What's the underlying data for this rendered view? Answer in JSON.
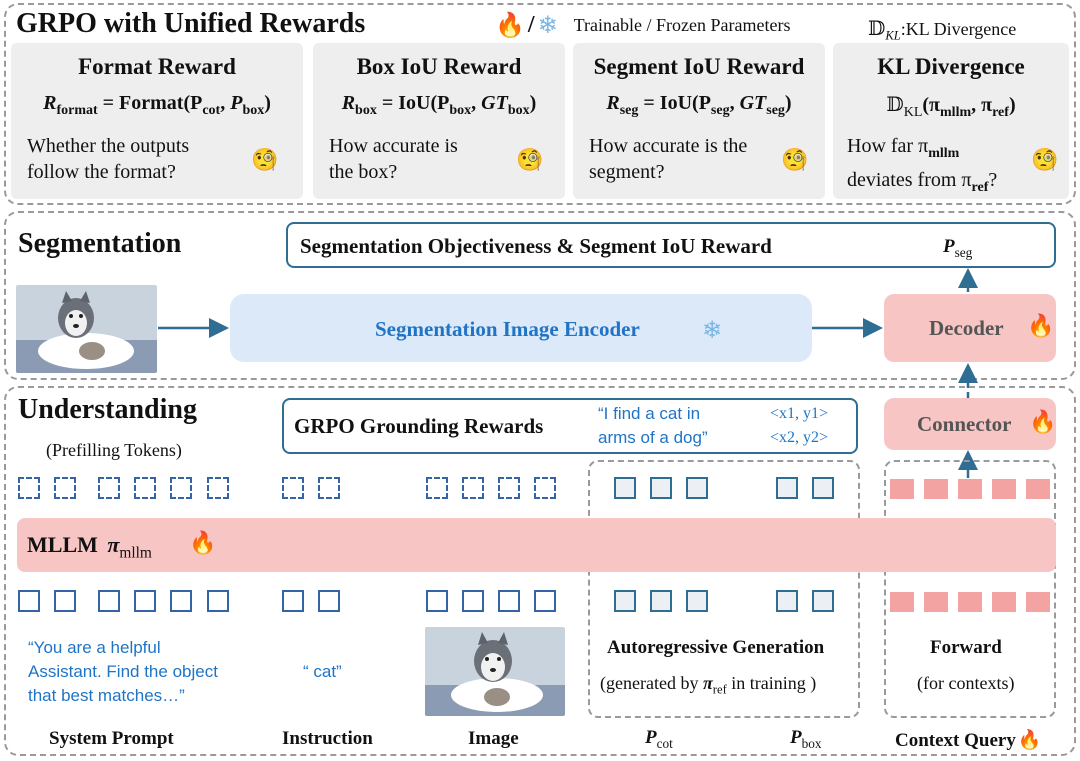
{
  "grpo": {
    "title": "GRPO with Unified Rewards",
    "legend_fire": "🔥",
    "legend_slash": "/",
    "legend_snow": "❄",
    "legend_text": "Trainable / Frozen Parameters",
    "kl_legend_symbol": "𝔻",
    "kl_legend_sub": "KL",
    "kl_legend_text": ":KL Divergence",
    "cards": [
      {
        "title": "Format Reward",
        "formula_lhs": "R",
        "formula_lhs_sub": "format",
        "formula_rhs": "= Format(P",
        "formula_args": [
          "cot",
          "box"
        ],
        "desc_line1": "Whether the outputs",
        "desc_line2": "follow the format?"
      },
      {
        "title": "Box IoU Reward",
        "formula_lhs": "R",
        "formula_lhs_sub": "box",
        "formula_rhs": "= IoU(P",
        "formula_args": [
          "box",
          "box"
        ],
        "desc_line1": "How accurate is",
        "desc_line2": "the box?"
      },
      {
        "title": "Segment IoU Reward",
        "formula_lhs": "R",
        "formula_lhs_sub": "seg",
        "formula_rhs": "= IoU(P",
        "formula_args": [
          "seg",
          "seg"
        ],
        "desc_line1": "How accurate is the",
        "desc_line2": "segment?"
      },
      {
        "title": "KL Divergence",
        "formula_lhs": "𝔻",
        "formula_lhs_sub": "KL",
        "formula_rhs": "(π",
        "formula_args": [
          "mllm",
          "ref"
        ],
        "desc_line1": "How far π",
        "desc_line2": "deviates from π"
      }
    ],
    "think_emoji": "🧐"
  },
  "segmentation": {
    "title": "Segmentation",
    "objective_label": "Segmentation Objectiveness & Segment IoU Reward",
    "p_seg": "P",
    "p_seg_sub": "seg",
    "encoder_label": "Segmentation Image Encoder",
    "decoder_label": "Decoder"
  },
  "understanding": {
    "title": "Understanding",
    "prefill": "(Prefilling Tokens)",
    "grpo_rewards_label": "GRPO Grounding Rewards",
    "quote_line1": "“I find a cat in",
    "quote_line2": "arms of a dog”",
    "coord1": "<x1, y1>",
    "coord2": "<x2, y2>",
    "connector_label": "Connector",
    "mllm_label": "MLLM",
    "mllm_pi": "π",
    "mllm_sub": "mllm",
    "system_prompt_line1": "“You are a helpful",
    "system_prompt_line2": "Assistant. Find the object",
    "system_prompt_line3": "that best matches…”",
    "instruction_text": "“ cat”",
    "ar_title": "Autoregressive Generation",
    "ar_sub_pre": "(generated by ",
    "ar_sub_pi": "π",
    "ar_sub_ref": "ref",
    "ar_sub_post": " in training )",
    "fwd_title": "Forward",
    "fwd_sub": "(for contexts)",
    "bottom_labels": {
      "system_prompt": "System Prompt",
      "instruction": "Instruction",
      "image": "Image",
      "p_cot": "P",
      "p_cot_sub": "cot",
      "p_box": "P",
      "p_box_sub": "box",
      "context_query": "Context Query"
    }
  },
  "colors": {
    "pink": "#f8c5c5",
    "pink_token": "#f4a3a3",
    "encoder_bg": "#dce9f8",
    "blue_text": "#1f74c6",
    "arrow": "#2f6d92",
    "card_bg": "#eeeeee"
  }
}
